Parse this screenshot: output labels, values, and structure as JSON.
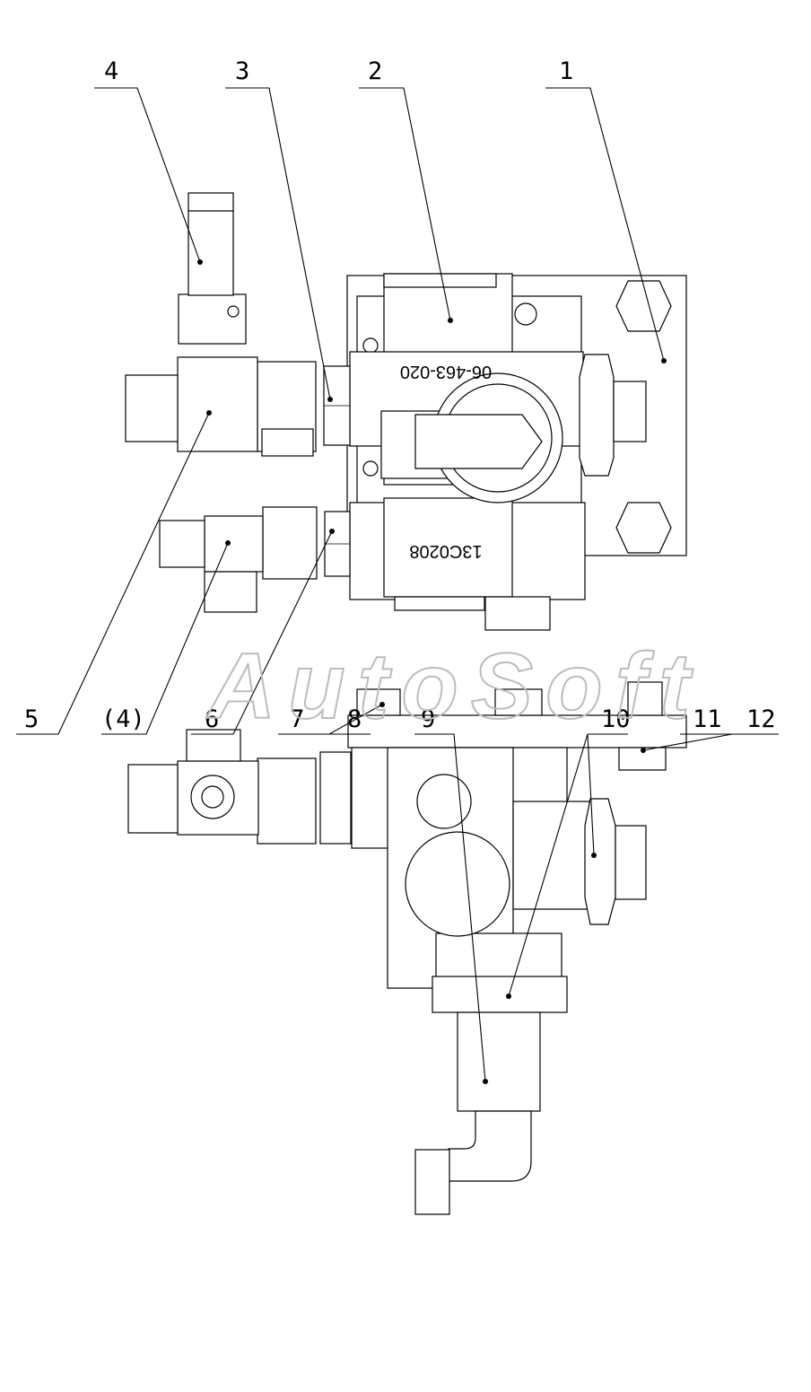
{
  "callouts": {
    "c1": "1",
    "c2": "2",
    "c3": "3",
    "c4": "4",
    "c5": "5",
    "c4b": "(4)",
    "c6": "6",
    "c7": "7",
    "c8": "8",
    "c9": "9",
    "c10": "10",
    "c11": "11",
    "c12": "12"
  },
  "stamps": {
    "part_number": "06-463-020",
    "serial": "13C0208"
  },
  "watermark": "AutoSoft"
}
